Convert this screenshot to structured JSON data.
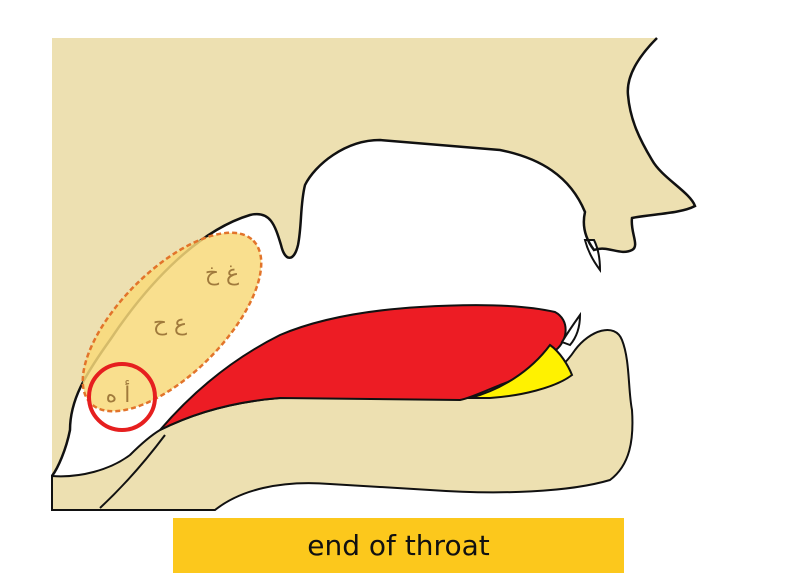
{
  "labels": {
    "upper": "غ خ",
    "middle": "ع ح",
    "lower": "أ ه"
  },
  "caption": "end of throat",
  "colors": {
    "flesh": "#ede0b1",
    "tongue": "#ed1c24",
    "under_tongue": "#fff200",
    "throat_zone": "#f8d97a",
    "throat_zone_border": "#e2742b",
    "highlight_circle": "#e61f1f",
    "caption_bg": "#fcc81c",
    "outline": "#111111"
  }
}
